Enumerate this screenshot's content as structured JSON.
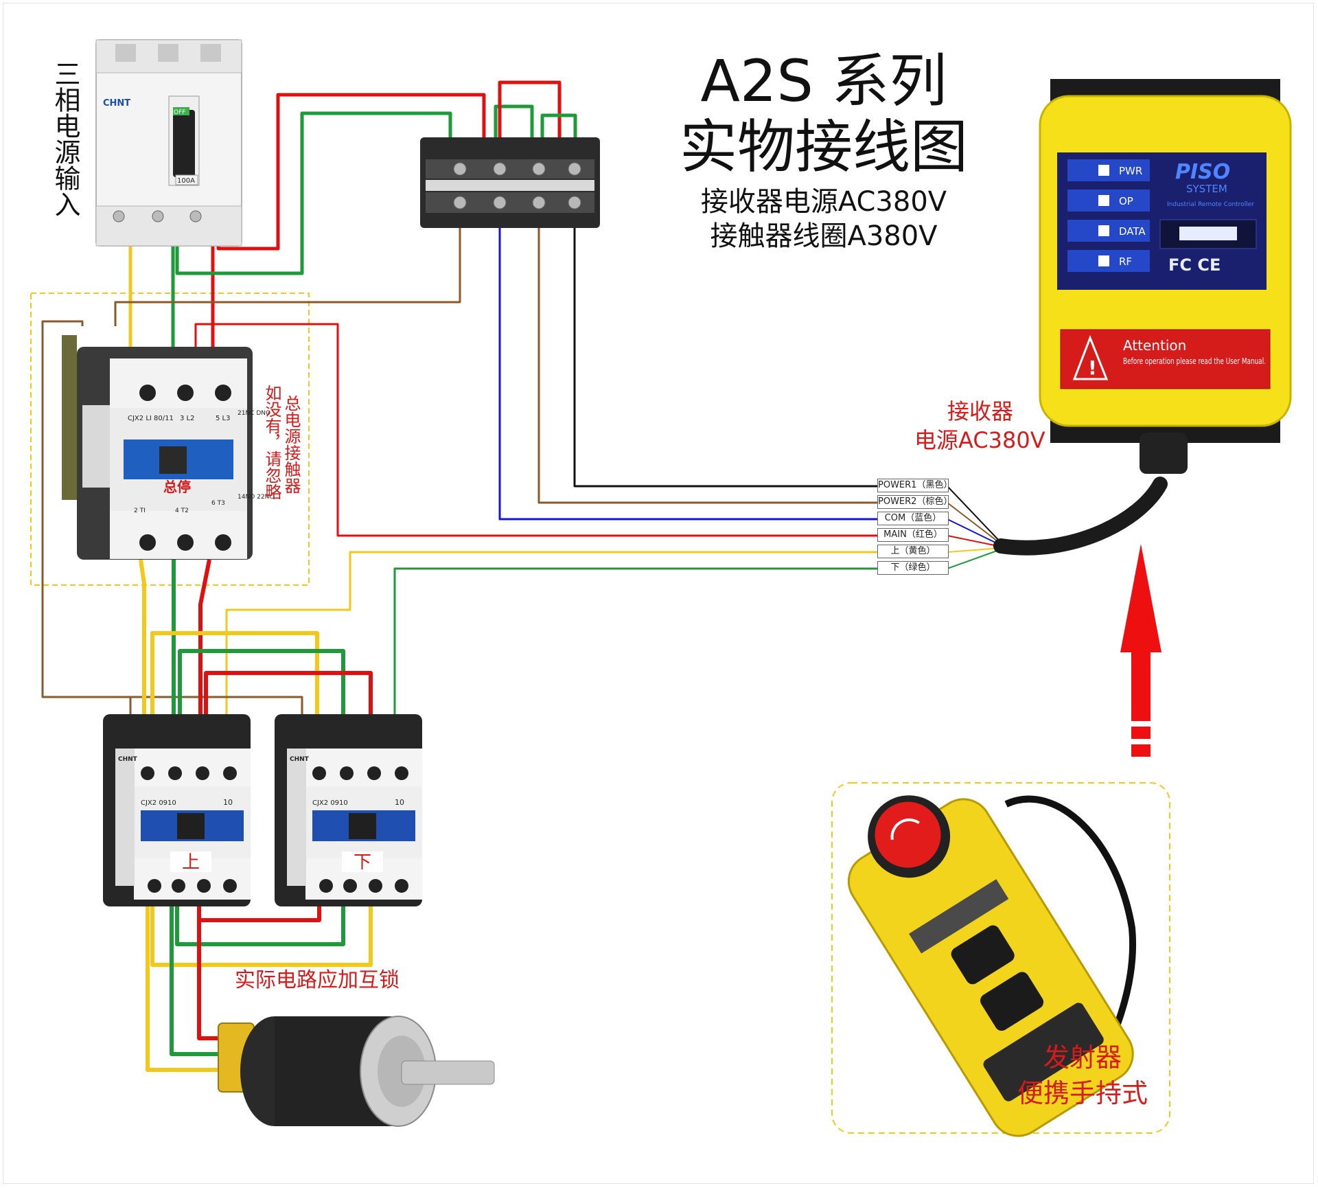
{
  "title": "A2S 系列",
  "subtitle": "实物接线图",
  "spec_lines": [
    "接收器电源AC380V",
    "接触器线圈A380V"
  ],
  "labels": {
    "power_input": "三相电源输入",
    "main_contactor_note_a": "总电源接触器",
    "main_contactor_note_b": "如没有，请忽略",
    "main_stop": "总停",
    "receiver_power_a": "接收器",
    "receiver_power_b": "电源AC380V",
    "interlock_note": "实际电路应加互锁",
    "up_contactor": "上",
    "down_contactor": "下",
    "transmitter_a": "发射器",
    "transmitter_b": "便携手持式"
  },
  "wire_labels": [
    "POWER1（黑色）",
    "POWER2（棕色）",
    "COM（蓝色）",
    "MAIN（红色）",
    "上（黄色）",
    "下（绿色）"
  ],
  "breaker": {
    "brand": "CHNT",
    "rating": "100A",
    "state": "OFF"
  },
  "receiver": {
    "brand": "PISO",
    "brand_sub": "SYSTEM",
    "tagline": "Industrial Remote Controller",
    "indicators": [
      "PWR",
      "OP",
      "DATA",
      "RF"
    ],
    "cert_marks": "FC CE",
    "attention_title": "Attention",
    "attention_text": "Before operation please read the User Manual."
  },
  "contactor_main": {
    "model": "CJX2 LI 80/11",
    "terminals_top": [
      "3 L2",
      "5 L3"
    ],
    "terminals_bottom": [
      "2 TI",
      "4 T2",
      "6 T3"
    ],
    "aux_top": "21NC DNO",
    "aux_bottom": "14NO 22NC"
  },
  "contactor_small": {
    "brand": "CHNT",
    "model": "CJX2 0910",
    "aux": "10"
  },
  "colors": {
    "black": "#111111",
    "brown": "#8b5a2b",
    "blue": "#1515d8",
    "red": "#e01010",
    "yellow": "#f2c81a",
    "green": "#1f9a3a",
    "accent_red": "#d61b1b",
    "receiver_yellow": "#f6e01a"
  }
}
